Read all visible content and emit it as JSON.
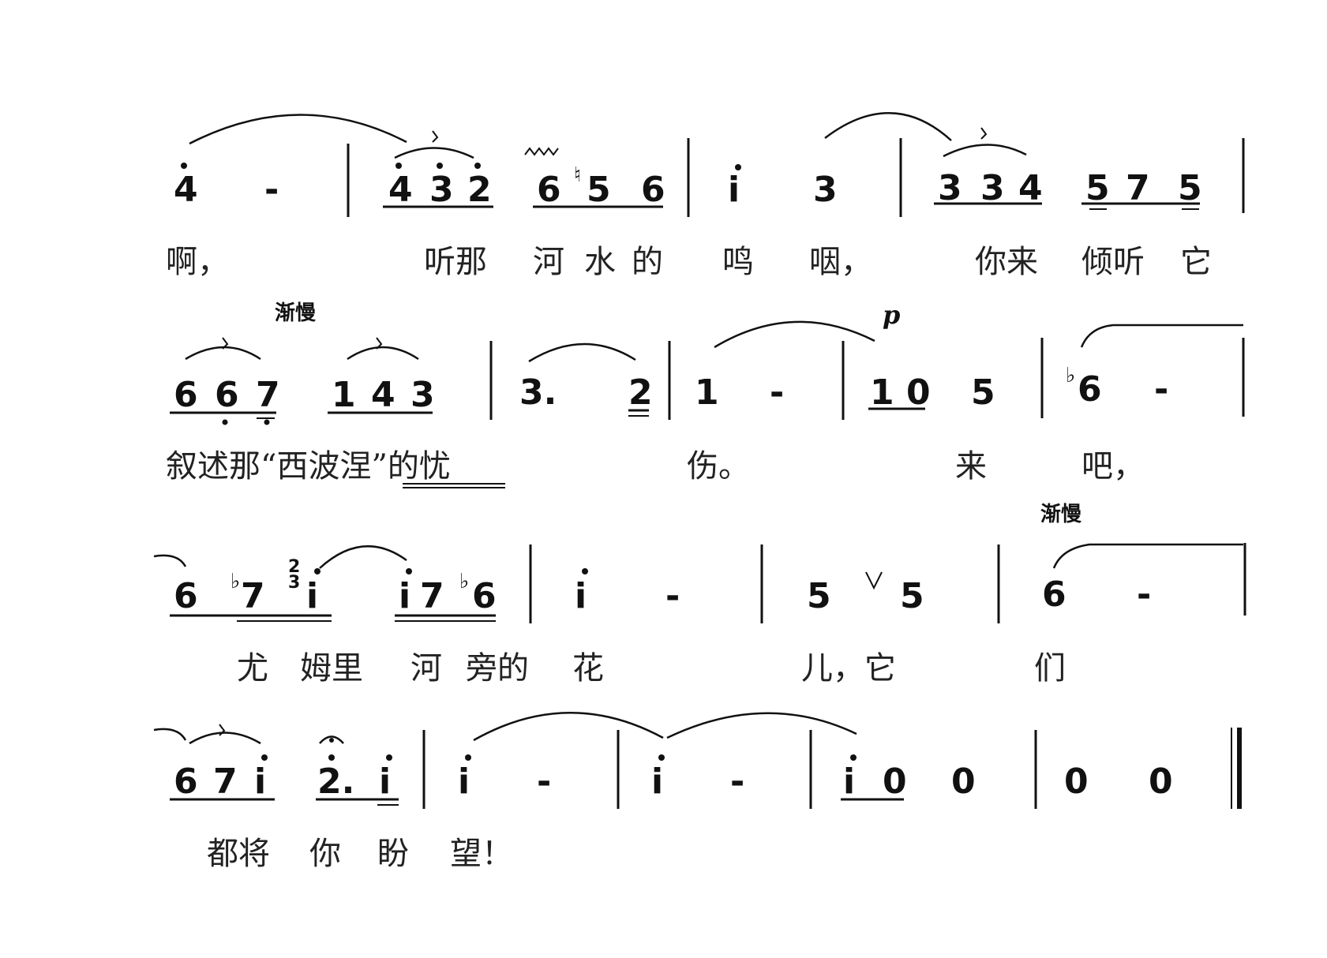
{
  "colors": {
    "ink": "#111111",
    "paper": "#ffffff"
  },
  "tempo_marks": [
    "渐慢",
    "渐慢"
  ],
  "dynamic": "p",
  "ornament": "trill-mordent",
  "systems": [
    {
      "notes": [
        "4",
        "-",
        "4",
        "3",
        "2",
        "6",
        "5",
        "6",
        "i",
        "3",
        "3",
        "3",
        "4",
        "5",
        "7",
        "5"
      ],
      "accidentals": [
        "♮"
      ],
      "lyrics": [
        "啊，",
        "听那",
        "河",
        "水",
        "的",
        "鸣",
        "咽，",
        "你来",
        "倾听",
        "它"
      ]
    },
    {
      "notes": [
        "6",
        "6",
        "7",
        "1",
        "4",
        "3",
        "3.",
        "2",
        "1",
        "-",
        "1",
        "0",
        "5",
        "6",
        "-"
      ],
      "accidentals": [
        "♭"
      ],
      "lyrics": [
        "叙述那“西波涅”的忧",
        "伤。",
        "来",
        "吧，"
      ]
    },
    {
      "notes": [
        "6",
        "7",
        "i",
        "i",
        "7",
        "6",
        "i",
        "-",
        "5",
        "5",
        "6",
        "-"
      ],
      "accidentals": [
        "♭",
        "♭"
      ],
      "grace": [
        "2",
        "3"
      ],
      "lyrics": [
        "尤",
        "姆里",
        "河",
        "旁的",
        "花",
        "儿，它",
        "们"
      ]
    },
    {
      "notes": [
        "6",
        "7",
        "i",
        "2.",
        "i",
        "i",
        "-",
        "i",
        "-",
        "i",
        "0",
        "0",
        "0",
        "0"
      ],
      "lyrics": [
        "都将",
        "你",
        "盼",
        "望！"
      ]
    }
  ]
}
